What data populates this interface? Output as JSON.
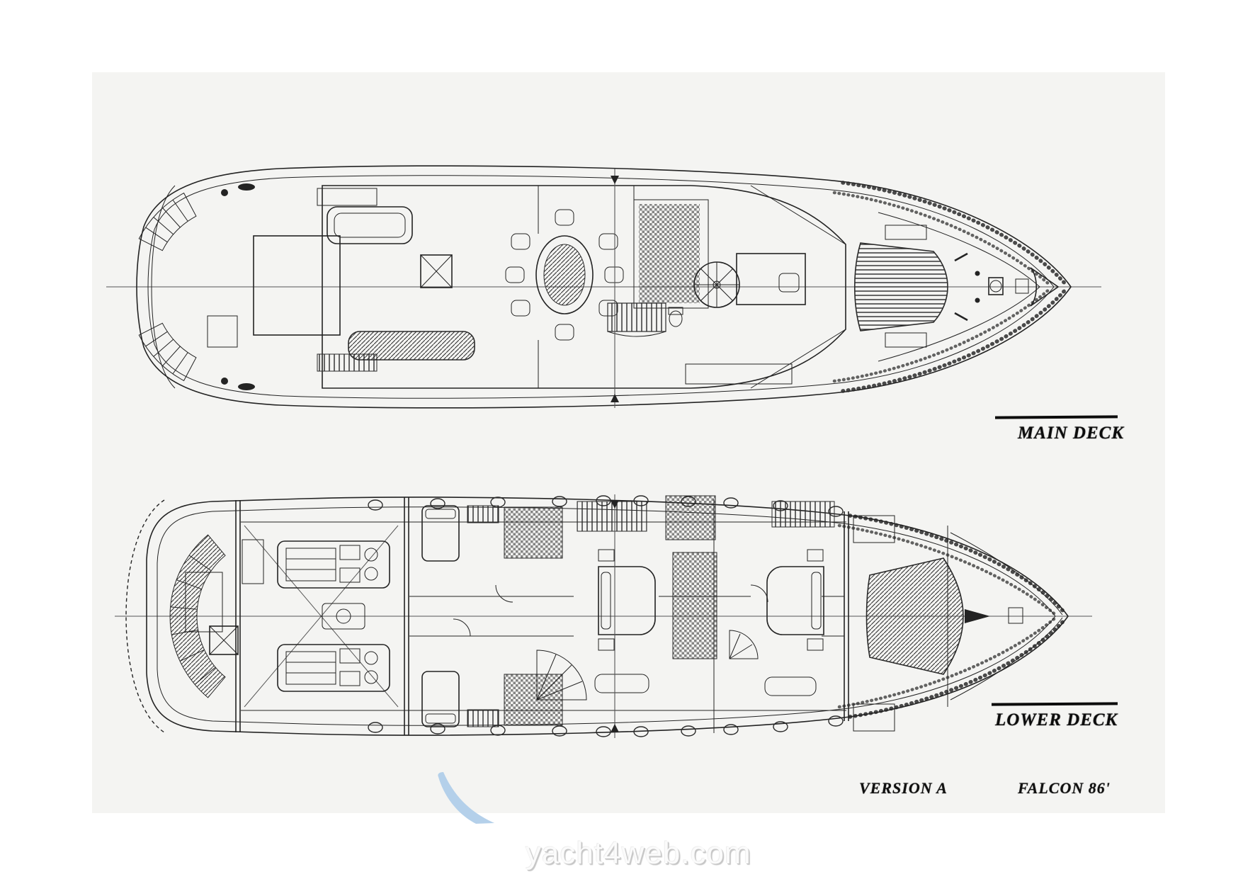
{
  "colors": {
    "ink": "#232323",
    "paper": "#f4f4f2",
    "blue": "#b4d0ea",
    "watermark": "#fbfbfb",
    "watermark_shadow": "#c6c6c6"
  },
  "main_deck": {
    "label": "MAIN DECK"
  },
  "lower_deck": {
    "label": "LOWER DECK"
  },
  "footer": {
    "version": "VERSION A",
    "model": "FALCON 86'"
  },
  "watermark": {
    "text": "yacht4web.com"
  }
}
